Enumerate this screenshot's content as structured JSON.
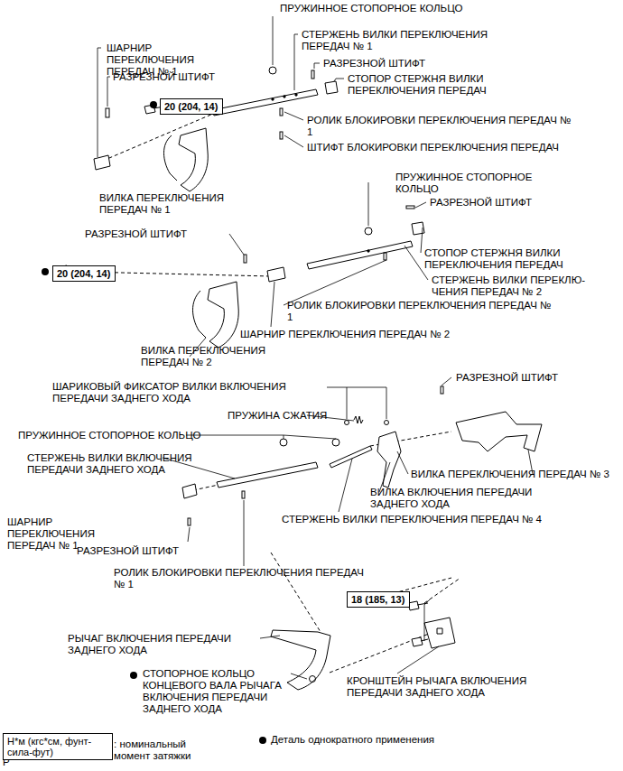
{
  "diagram": {
    "nodes": [
      {
        "text": [
          "20 (204, 14)"
        ]
      },
      {
        "text": [
          "20 (204, 14)"
        ]
      },
      {
        "text": [
          "18 (185, 13)"
        ]
      },
      {
        "text": [
          "Н*м (кгс*см, фунт-сила-фут)"
        ]
      }
    ],
    "edges": [],
    "labels": [
      "ПРУЖИННОЕ СТОПОРНОЕ КОЛЬЦО",
      "ШАРНИР ПЕРЕКЛЮЧЕНИЯ ПЕРЕДАЧ № 1",
      "РАЗРЕЗНОЙ ШТИФТ",
      "СТЕРЖЕНЬ ВИЛКИ ПЕРЕКЛЮЧЕНИЯ ПЕРЕДАЧ № 1",
      "РАЗРЕЗНОЙ ШТИФТ",
      "СТОПОР СТЕРЖНЯ ВИЛКИ ПЕРЕКЛЮЧЕНИЯ ПЕРЕДАЧ",
      "РОЛИК БЛОКИРОВКИ ПЕРЕКЛЮЧЕНИЯ ПЕРЕДАЧ № 1",
      "ШТИФТ БЛОКИРОВКИ ПЕРЕКЛЮЧЕНИЯ ПЕРЕДАЧ",
      "ВИЛКА ПЕРЕКЛЮЧЕНИЯ ПЕРЕДАЧ № 1",
      "ПРУЖИННОЕ СТОПОРНОЕ КОЛЬЦО",
      "РАЗРЕЗНОЙ ШТИФТ",
      "РАЗРЕЗНОЙ ШТИФТ",
      "СТОПОР СТЕРЖНЯ ВИЛКИ ПЕРЕКЛЮЧЕНИЯ ПЕРЕДАЧ",
      "СТЕРЖЕНЬ ВИЛКИ ПЕРЕКЛЮ- ЧЕНИЯ ПЕРЕДАЧ № 2",
      "РОЛИК БЛОКИРОВКИ ПЕРЕКЛЮЧЕНИЯ ПЕРЕДАЧ № 1",
      "ШАРНИР ПЕРЕКЛЮЧЕНИЯ ПЕРЕДАЧ № 2",
      "ВИЛКА ПЕРЕКЛЮЧЕНИЯ ПЕРЕДАЧ № 2",
      "ШАРИКОВЫЙ ФИКСАТОР ВИЛКИ ВКЛЮЧЕНИЯ ПЕРЕДАЧИ ЗАДНЕГО ХОДА",
      "ПРУЖИНА СЖАТИЯ",
      "РАЗРЕЗНОЙ ШТИФТ",
      "ПРУЖИННОЕ СТОПОРНОЕ КОЛЬЦО",
      "СТЕРЖЕНЬ ВИЛКИ ВКЛЮЧЕНИЯ ПЕРЕДАЧИ ЗАДНЕГО ХОДА",
      "ВИЛКА ПЕРЕКЛЮЧЕНИЯ ПЕРЕДАЧ № 3",
      "ВИЛКА ВКЛЮЧЕНИЯ ПЕРЕДАЧИ ЗАДНЕГО ХОДА",
      "СТЕРЖЕНЬ ВИЛКИ ПЕРЕКЛЮЧЕНИЯ ПЕРЕДАЧ № 4",
      "ШАРНИР ПЕРЕКЛЮЧЕНИЯ ПЕРЕДАЧ № 1",
      "РАЗРЕЗНОЙ ШТИФТ",
      "РОЛИК БЛОКИРОВКИ ПЕРЕКЛЮЧЕНИЯ ПЕРЕДАЧ № 1",
      "РЫЧАГ ВКЛЮЧЕНИЯ ПЕРЕДАЧИ ЗАДНЕГО ХОДА",
      "СТОПОРНОЕ КОЛЬЦО КОНЦЕВОГО ВАЛА РЫЧАГА ВКЛЮЧЕНИЯ ПЕРЕДАЧИ ЗАДНЕГО ХОДА",
      "КРОНШТЕЙН РЫЧАГА ВКЛЮЧЕНИЯ ПЕРЕДАЧИ ЗАДНЕГО ХОДА",
      "P"
    ],
    "legend": [
      {
        "text": ": номинальный момент затяжки"
      },
      {
        "text": "Деталь однократного применения"
      }
    ]
  }
}
